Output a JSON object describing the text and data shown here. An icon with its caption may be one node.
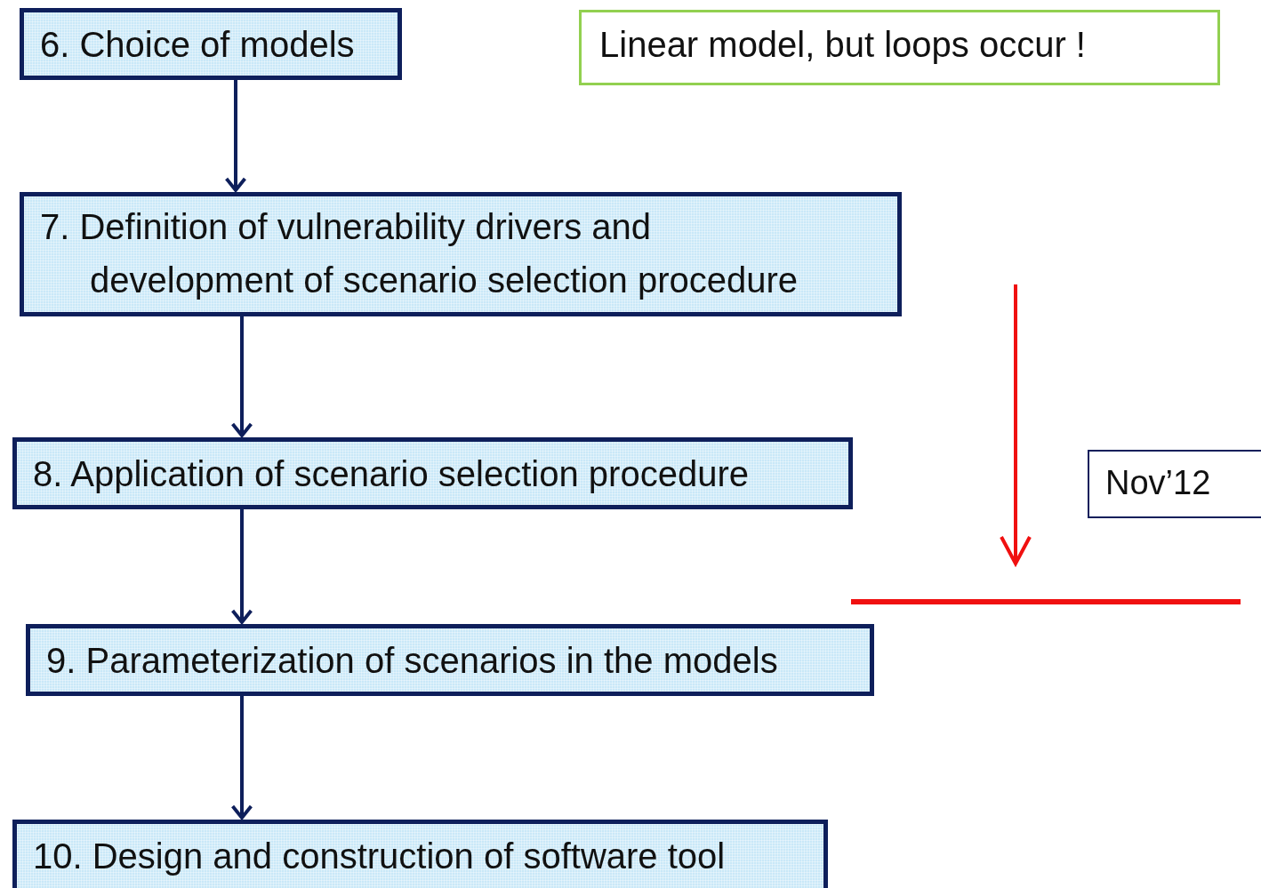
{
  "diagram": {
    "nodes": [
      {
        "text": [
          "6. Choice of models"
        ]
      },
      {
        "text": [
          "7. Definition of vulnerability drivers and development of scenario selection procedure"
        ]
      },
      {
        "text": [
          "8. Application of scenario selection procedure"
        ]
      },
      {
        "text": [
          "9. Parameterization of scenarios in the models"
        ]
      },
      {
        "text": [
          "10. Design and construction of software tool"
        ]
      },
      {
        "text": [
          "Linear model, but loops occur !"
        ]
      },
      {
        "text": [
          "Nov’12"
        ]
      }
    ],
    "edges": [
      {
        "from": 0,
        "to": 1,
        "arrow": "to"
      },
      {
        "from": 1,
        "to": 2,
        "arrow": "to"
      },
      {
        "from": 2,
        "to": 3,
        "arrow": "to"
      },
      {
        "from": 3,
        "to": 4,
        "arrow": "to"
      }
    ]
  }
}
